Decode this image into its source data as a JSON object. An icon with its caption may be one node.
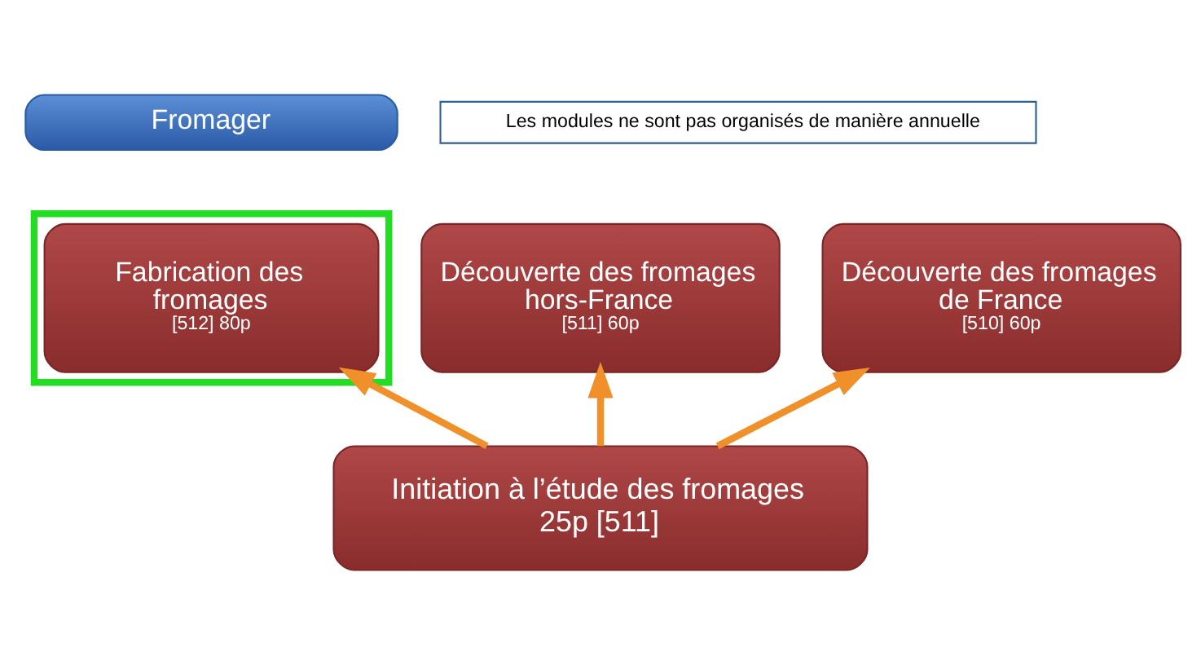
{
  "diagram": {
    "nodes": [
      {
        "text": [
          "Fromager"
        ]
      },
      {
        "text": [
          "Les modules ne sont pas organisés de manière annuelle"
        ]
      },
      {
        "text": [],
        "shape": "box"
      },
      {
        "text": [
          "Fabrication des fromages",
          "[512] 80p"
        ],
        "in": 2
      },
      {
        "text": [
          "Découverte des fromages hors-France",
          "[511] 60p"
        ]
      },
      {
        "text": [
          "Découverte des fromages de France",
          "[510] 60p"
        ]
      },
      {
        "text": [
          "Initiation à l’étude des fromages",
          "25p [511]"
        ]
      }
    ],
    "edges": [
      {
        "from": 6,
        "to": 3,
        "arrow": "to"
      },
      {
        "from": 6,
        "to": 4,
        "arrow": "to"
      },
      {
        "from": 6,
        "to": 5,
        "arrow": "to"
      }
    ]
  }
}
